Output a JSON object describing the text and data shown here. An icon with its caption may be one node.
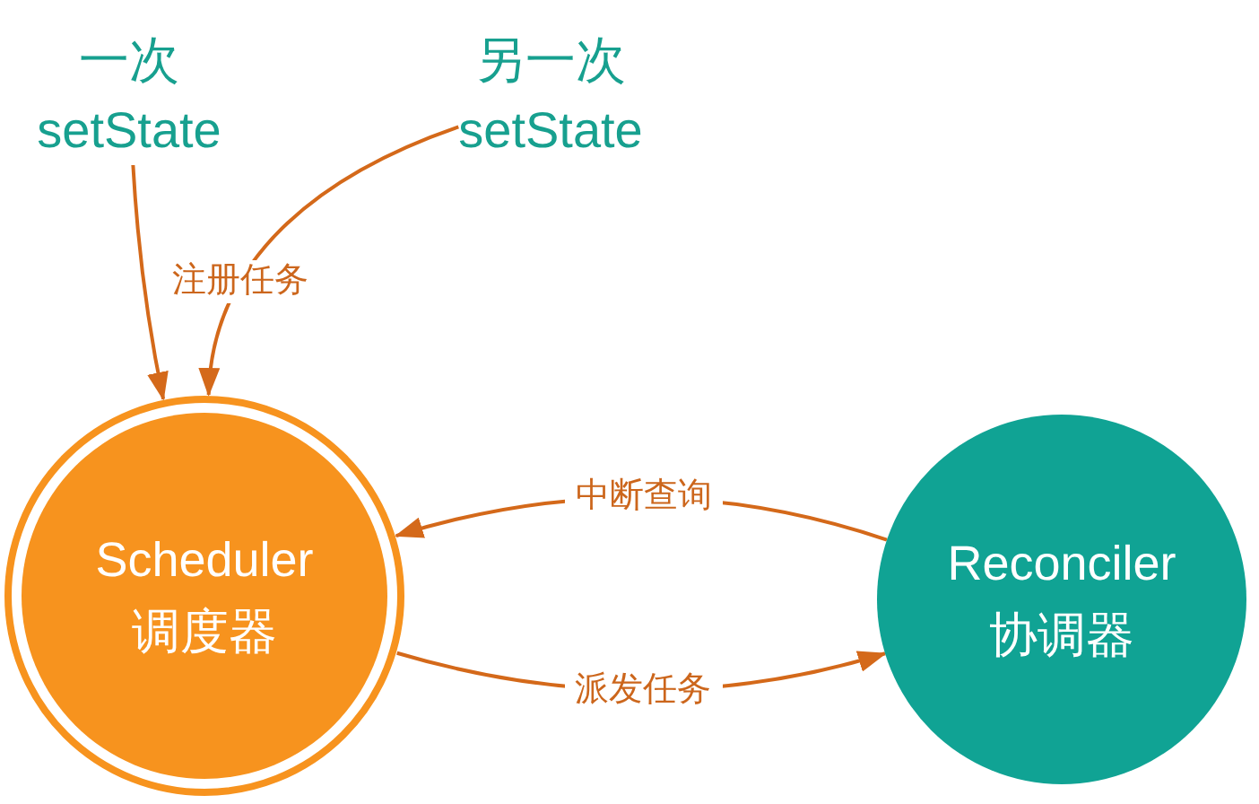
{
  "diagram": {
    "nodes": [
      {
        "text": [
          "一次 setState"
        ]
      },
      {
        "text": [
          "另一次 setState"
        ]
      },
      {
        "text": [
          "Scheduler 调度器"
        ]
      },
      {
        "text": [
          "Reconciler 协调器"
        ]
      }
    ],
    "edges": [
      {
        "from": 0,
        "to": 2,
        "arrow": "to"
      },
      {
        "from": 1,
        "to": 2,
        "arrow": "to",
        "label": "注册任务"
      },
      {
        "from": 3,
        "to": 2,
        "arrow": "to",
        "label": "中断查询"
      },
      {
        "from": 2,
        "to": 3,
        "arrow": "to",
        "label": "派发任务"
      }
    ]
  }
}
